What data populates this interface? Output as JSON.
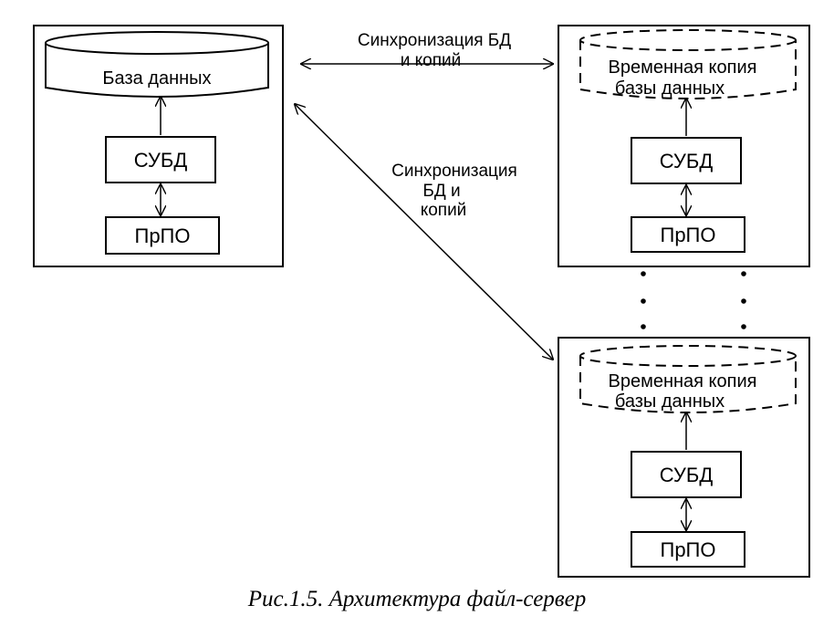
{
  "server": {
    "database_label": "База данных",
    "dbms_label": "СУБД",
    "app_label": "ПрПО"
  },
  "clients": [
    {
      "temp_copy_line1": "Временная копия",
      "temp_copy_line2": "базы данных",
      "dbms_label": "СУБД",
      "app_label": "ПрПО"
    },
    {
      "temp_copy_line1": "Временная копия",
      "temp_copy_line2": "базы данных",
      "dbms_label": "СУБД",
      "app_label": "ПрПО"
    }
  ],
  "sync_top": {
    "line1": "Синхронизация БД",
    "line2": "и копий"
  },
  "sync_diagonal": {
    "line1": "Синхронизация",
    "line2": "БД и",
    "line3": "копий"
  },
  "caption": "Рис.1.5. Архитектура файл-сервер"
}
